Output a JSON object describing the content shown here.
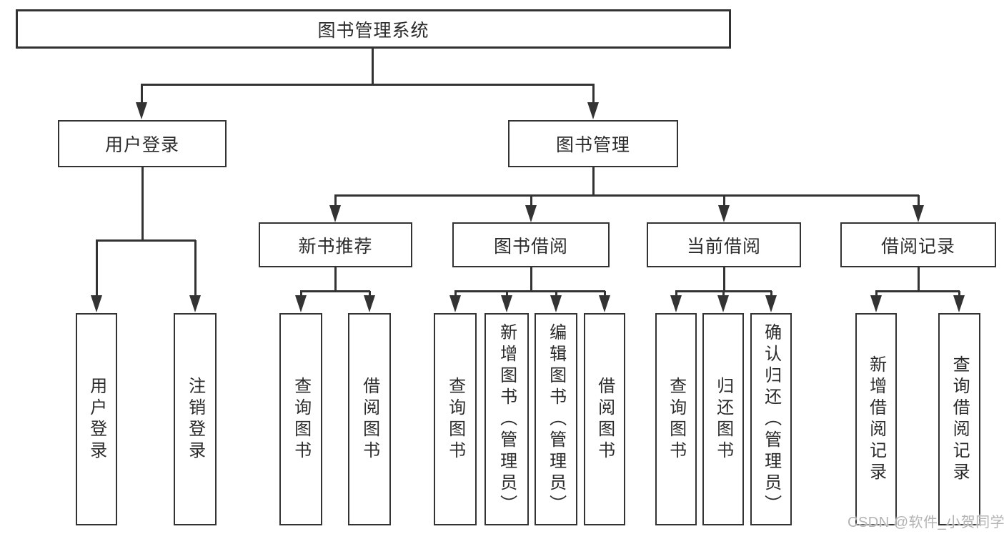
{
  "diagram": {
    "root": {
      "label": "图书管理系统"
    },
    "level2": [
      {
        "label": "用户登录"
      },
      {
        "label": "图书管理"
      }
    ],
    "level3": [
      {
        "label": "新书推荐"
      },
      {
        "label": "图书借阅"
      },
      {
        "label": "当前借阅"
      },
      {
        "label": "借阅记录"
      }
    ],
    "leaves": {
      "login": [
        {
          "label": "用户登录"
        },
        {
          "label": "注销登录"
        }
      ],
      "recommend": [
        {
          "label": "查询图书"
        },
        {
          "label": "借阅图书"
        }
      ],
      "borrow": [
        {
          "label": "查询图书"
        },
        {
          "label": "新增图书（管理员）"
        },
        {
          "label": "编辑图书（管理员）"
        },
        {
          "label": "借阅图书"
        }
      ],
      "current": [
        {
          "label": "查询图书"
        },
        {
          "label": "归还图书"
        },
        {
          "label": "确认归还（管理员）"
        }
      ],
      "records": [
        {
          "label": "新增借阅记录"
        },
        {
          "label": "查询借阅记录"
        }
      ]
    },
    "colors": {
      "line": "#333333",
      "box_border": "#333333",
      "text": "#2b2b2b",
      "background": "#ffffff",
      "watermark_text": "#b3b3b3"
    }
  },
  "watermark": {
    "text": "CSDN @软件_小贺同学"
  }
}
